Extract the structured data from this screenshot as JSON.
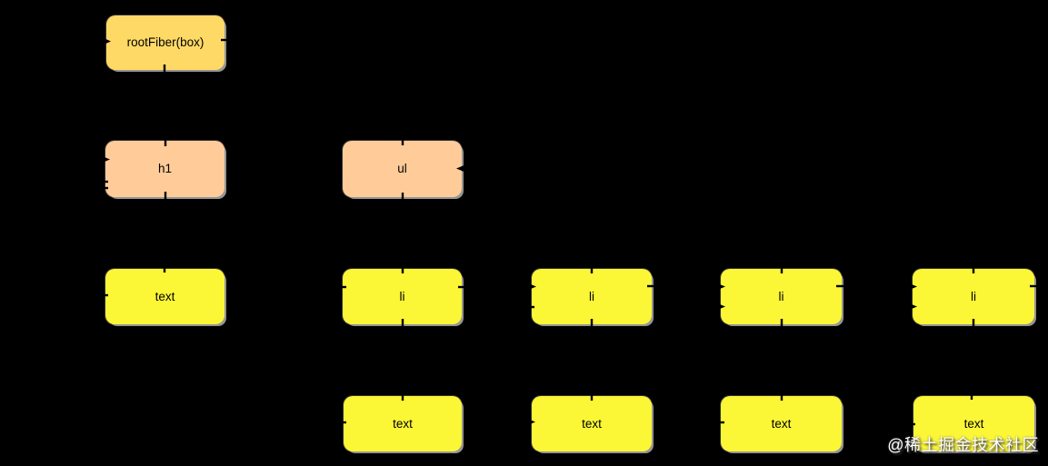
{
  "palette": {
    "background": "#000000",
    "gold": "#FFD966",
    "peach": "#FFCC99",
    "yellow": "#FBF636",
    "connector": "#000000",
    "shadow": "#D0D0D0",
    "watermark_color": "#FFFFFF"
  },
  "diagram": {
    "nodes": [
      {
        "id": "rootFiber",
        "label": "rootFiber(box)",
        "fill": "gold"
      },
      {
        "id": "h1",
        "label": "h1",
        "fill": "peach"
      },
      {
        "id": "ul",
        "label": "ul",
        "fill": "peach"
      },
      {
        "id": "text-1",
        "label": "text",
        "fill": "yellow"
      },
      {
        "id": "li-1",
        "label": "li",
        "fill": "yellow"
      },
      {
        "id": "li-2",
        "label": "li",
        "fill": "yellow"
      },
      {
        "id": "li-3",
        "label": "li",
        "fill": "yellow"
      },
      {
        "id": "li-4",
        "label": "li",
        "fill": "yellow"
      },
      {
        "id": "text-2",
        "label": "text",
        "fill": "yellow"
      },
      {
        "id": "text-3",
        "label": "text",
        "fill": "yellow"
      },
      {
        "id": "text-4",
        "label": "text",
        "fill": "yellow"
      },
      {
        "id": "text-5",
        "label": "text",
        "fill": "yellow"
      }
    ]
  },
  "watermark": {
    "text": "@稀土掘金技术社区"
  }
}
